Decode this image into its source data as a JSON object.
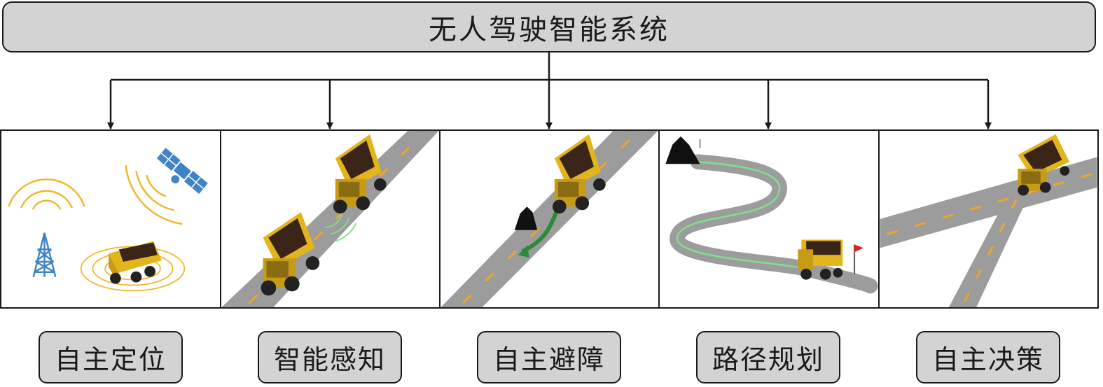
{
  "title": "无人驾驶智能系统",
  "modules": [
    {
      "label": "自主定位"
    },
    {
      "label": "智能感知"
    },
    {
      "label": "自主避障"
    },
    {
      "label": "路径规划"
    },
    {
      "label": "自主决策"
    }
  ],
  "colors": {
    "box_fill": "#d3d3d3",
    "line": "#1a1a1a",
    "road": "#9c9c9c",
    "lane": "#f3a52a",
    "truck_body": "#e3b51c",
    "truck_dark": "#6b5410",
    "load": "#3b2418",
    "signal": "#f0b72e",
    "tower": "#3f84c6",
    "satellite": "#3f84c6",
    "path_green": "#7fe08a",
    "arrow_green": "#2d8a3a",
    "rock": "#111111",
    "flag": "#e02222"
  }
}
